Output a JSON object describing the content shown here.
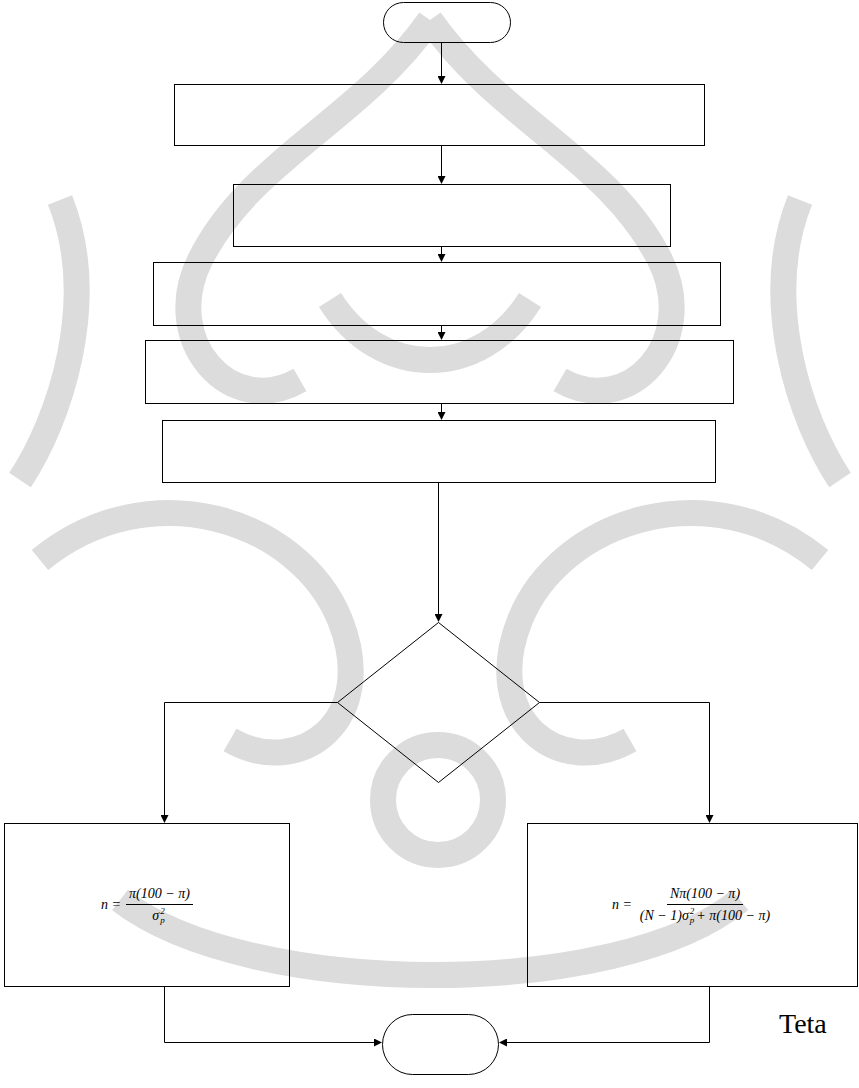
{
  "diagram": {
    "nodes": [
      {
        "text": [
          "n =",
          "π(100 − π)",
          "σ",
          "2",
          "p"
        ]
      },
      {
        "text": [
          "n =",
          "Nπ(100 − π)",
          "(N − 1)σ",
          "2",
          "p",
          "+ π(100 − π)"
        ]
      }
    ],
    "labels": [
      "Teta"
    ]
  }
}
